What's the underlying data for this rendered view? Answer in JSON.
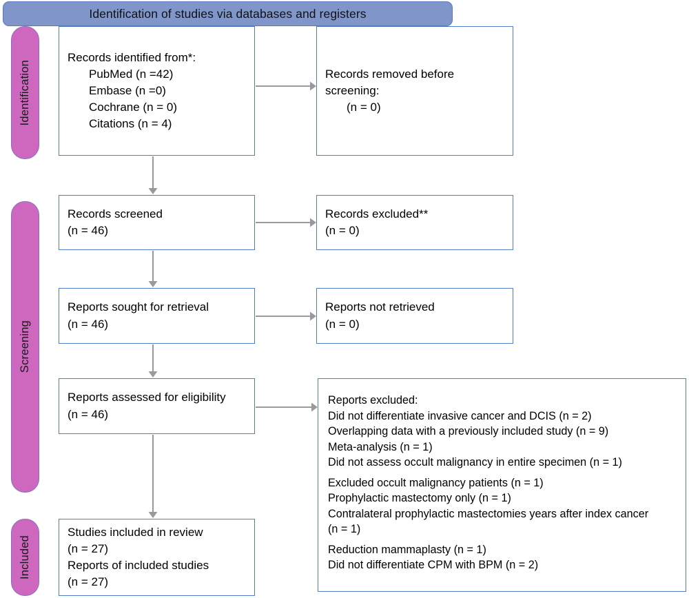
{
  "diagram": {
    "type": "prisma-flow-diagram",
    "banner": {
      "title": "Identification of studies via databases and registers"
    },
    "stages": [
      {
        "key": "identification",
        "label": "Identification"
      },
      {
        "key": "screening",
        "label": "Screening"
      },
      {
        "key": "included",
        "label": "Included"
      }
    ],
    "boxes": {
      "records_identified": {
        "lines": [
          "Records identified from*:",
          "PubMed (n =42)",
          "Embase (n =0)",
          "Cochrane (n = 0)",
          "Citations (n = 4)"
        ]
      },
      "records_removed": {
        "lines": [
          "Records removed before",
          "screening:",
          "(n = 0)"
        ]
      },
      "records_screened": {
        "lines": [
          "Records screened",
          "(n = 46)"
        ]
      },
      "records_excluded": {
        "lines": [
          "Records excluded**",
          "(n = 0)"
        ]
      },
      "reports_sought": {
        "lines": [
          "Reports sought for retrieval",
          "(n = 46)"
        ]
      },
      "reports_not_retrieved": {
        "lines": [
          "Reports not retrieved",
          "(n = 0)"
        ]
      },
      "reports_assessed": {
        "lines": [
          "Reports assessed for eligibility",
          "(n = 46)"
        ]
      },
      "reports_excluded": {
        "heading": "Reports excluded:",
        "lines": [
          "Did not differentiate invasive cancer and DCIS (n = 2)",
          "Overlapping data with a previously included study (n = 9)",
          "Meta-analysis (n = 1)",
          "Did not assess occult malignancy in entire specimen (n = 1)",
          "Excluded occult malignancy patients (n = 1)",
          "Prophylactic mastectomy only (n = 1)",
          "Contralateral prophylactic mastectomies years after index cancer",
          "(n = 1)",
          "Reduction mammaplasty (n = 1)",
          "Did not differentiate CPM with BPM (n = 2)"
        ]
      },
      "studies_included": {
        "lines": [
          "Studies included in review",
          "(n = 27)",
          "Reports of included studies",
          "(n = 27)"
        ]
      }
    },
    "colors": {
      "banner_fill": "#8096cb",
      "banner_border": "#5b77bd",
      "stage_fill": "#ce68bf",
      "stage_border": "#8a6fbf",
      "box_border": "#4f7cc4",
      "connector": "#9a9a9a",
      "background": "#ffffff",
      "text": "#000000"
    }
  }
}
